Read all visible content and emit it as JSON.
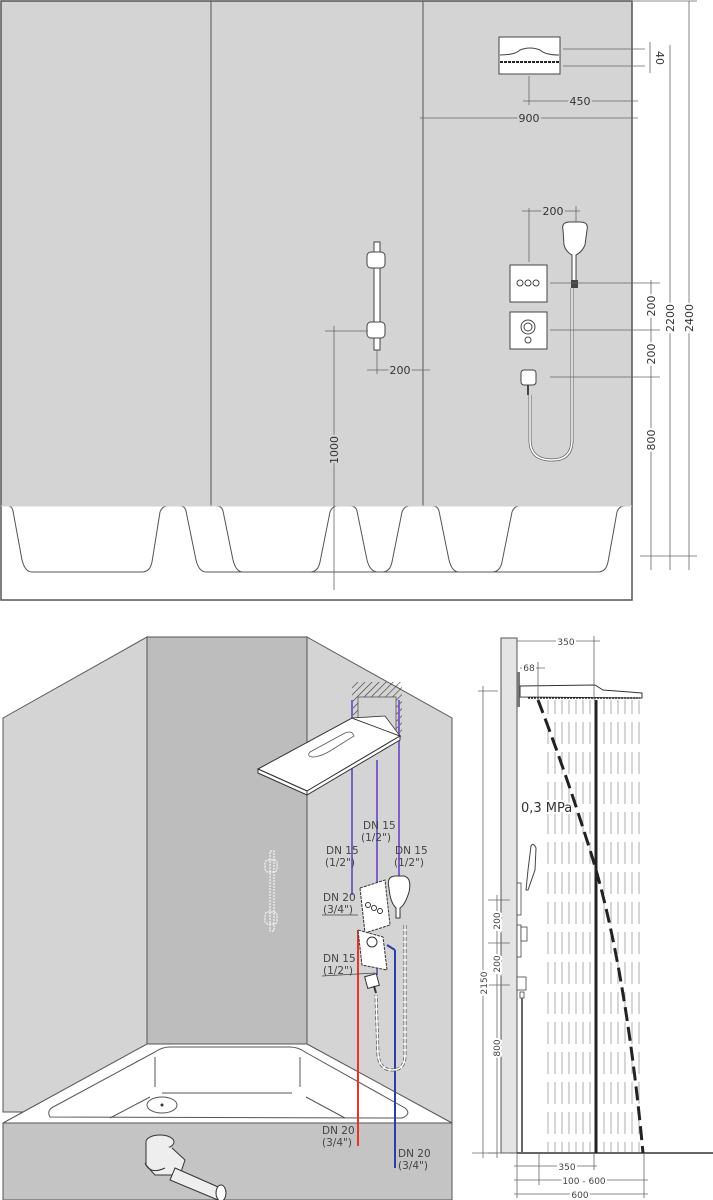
{
  "colors": {
    "wall_fill": "#d3d4d3",
    "wall_dark": "#bcbdbc",
    "line": "#555555",
    "dim_line": "#666666",
    "cold_pipe": "#2b3fa8",
    "hot_pipe": "#e8322a",
    "supply_pipe": "#7b62c4",
    "background": "#ffffff"
  },
  "front_elevation": {
    "panels": 3,
    "dimensions": {
      "overhead_height": "40",
      "overhead_half_width": "450",
      "overhead_width": "900",
      "thermostat_to_handshower": "200",
      "thermostat_spacing_1": "200",
      "thermostat_spacing_2": "200",
      "thermostat_base_height": "800",
      "overall_height_1": "2200",
      "overall_height_2": "2400",
      "rail_offset": "200",
      "rail_height": "1000"
    }
  },
  "isometric_view": {
    "pipe_labels": [
      {
        "id": "supply-left",
        "line1": "DN 15",
        "line2": "(1/2\")"
      },
      {
        "id": "supply-center",
        "line1": "DN 15",
        "line2": "(1/2\")"
      },
      {
        "id": "supply-right",
        "line1": "DN 15",
        "line2": "(1/2\")"
      },
      {
        "id": "mixer-inlet",
        "line1": "DN 20",
        "line2": "(3/4\")"
      },
      {
        "id": "handshower-outlet",
        "line1": "DN 15",
        "line2": "(1/2\")"
      },
      {
        "id": "hot-supply",
        "line1": "DN 20",
        "line2": "(3/4\")"
      },
      {
        "id": "cold-supply",
        "line1": "DN 20",
        "line2": "(3/4\")"
      }
    ]
  },
  "side_section": {
    "pressure_label": "0,3 MPa",
    "dimensions": {
      "arm_length": "350",
      "head_offset": "68",
      "total_height": "2150",
      "spacing_1": "200",
      "spacing_2": "200",
      "base_height": "800",
      "bottom_350": "350",
      "bottom_range": "100 - 600",
      "bottom_600": "600"
    }
  }
}
